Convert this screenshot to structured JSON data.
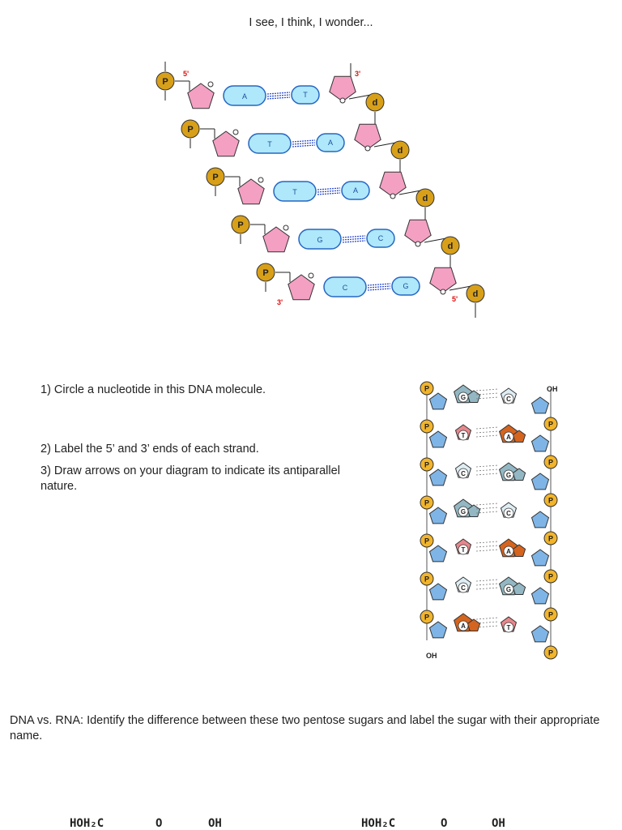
{
  "title": "I see, I think, I wonder...",
  "diagram1": {
    "phosphate_label": "P",
    "deoxy_label": "d",
    "end_labels": {
      "top_left": "5'",
      "top_right": "3'",
      "bottom_left": "3'",
      "bottom_right": "5'"
    },
    "pairs": [
      {
        "left": "A",
        "right": "T"
      },
      {
        "left": "T",
        "right": "A"
      },
      {
        "left": "T",
        "right": "A"
      },
      {
        "left": "G",
        "right": "C"
      },
      {
        "left": "C",
        "right": "G"
      }
    ]
  },
  "questions": {
    "q1": "1) Circle a nucleotide in this DNA molecule.",
    "q2": "2) Label the 5’ and 3’ ends of each strand.",
    "q3": "3) Draw arrows on your diagram to indicate its antiparallel nature."
  },
  "diagram2": {
    "phosphate_label": "P",
    "oh_label": "OH",
    "pairs": [
      {
        "left": "G",
        "right": "C"
      },
      {
        "left": "T",
        "right": "A"
      },
      {
        "left": "C",
        "right": "G"
      },
      {
        "left": "G",
        "right": "C"
      },
      {
        "left": "T",
        "right": "A"
      },
      {
        "left": "C",
        "right": "G"
      },
      {
        "left": "A",
        "right": "T"
      }
    ]
  },
  "dna_vs_rna": "DNA vs. RNA: Identify the difference between these two pentose sugars and label the sugar with their appropriate name.",
  "formulas": {
    "left": {
      "hoh2c": "HOH₂C",
      "o": "O",
      "oh": "OH"
    },
    "right": {
      "hoh2c": "HOH₂C",
      "o": "O",
      "oh": "OH"
    }
  }
}
